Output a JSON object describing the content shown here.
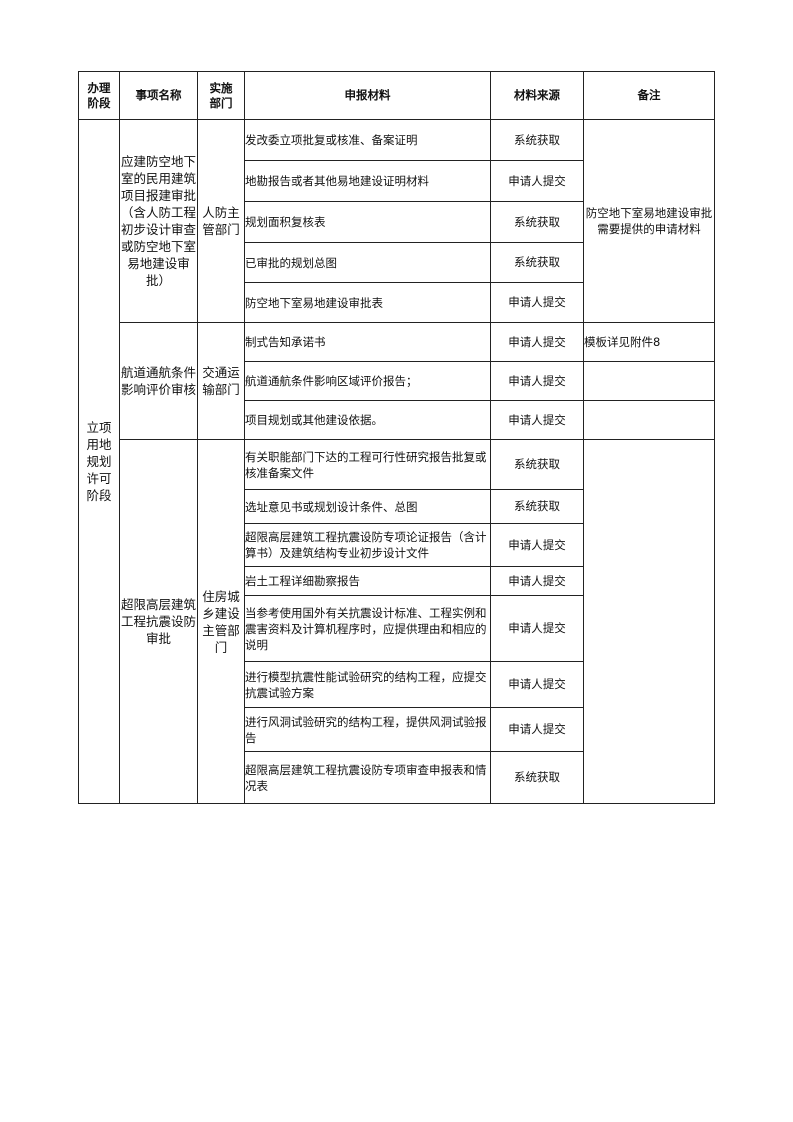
{
  "headers": {
    "stage": "办理\n阶段",
    "item": "事项名称",
    "dept": "实施\n部门",
    "materials": "申报材料",
    "source": "材料来源",
    "remark": "备注"
  },
  "stage": "立项\n用地\n规划\n许可\n阶段",
  "groups": [
    {
      "name": "应建防空地下室的民用建筑项目报建审批（含人防工程初步设计审查或防空地下室易地建设审批）",
      "dept": "人防主管部门",
      "rows": [
        {
          "material": "发改委立项批复或核准、备案证明",
          "source": "系统获取"
        },
        {
          "material": "地勘报告或者其他易地建设证明材料",
          "source": "申请人提交"
        },
        {
          "material": "规划面积复核表",
          "source": "系统获取"
        },
        {
          "material": "已审批的规划总图",
          "source": "系统获取"
        },
        {
          "material": "防空地下室易地建设审批表",
          "source": "申请人提交"
        }
      ],
      "remark": "防空地下室易地建设审批需要提供的申请材料"
    },
    {
      "name": "航道通航条件影响评价审核",
      "dept": "交通运输部门",
      "rows": [
        {
          "material": "制式告知承诺书",
          "source": "申请人提交",
          "remark": "模板详见附件8"
        },
        {
          "material": "航道通航条件影响区域评价报告；",
          "source": "申请人提交",
          "remark": ""
        },
        {
          "material": "项目规划或其他建设依据。",
          "source": "申请人提交",
          "remark": ""
        }
      ]
    },
    {
      "name": "超限高层建筑工程抗震设防审批",
      "dept": "住房城乡建设主管部门",
      "rows": [
        {
          "material": "有关职能部门下达的工程可行性研究报告批复或核准备案文件",
          "source": "系统获取"
        },
        {
          "material": "选址意见书或规划设计条件、总图",
          "source": "系统获取"
        },
        {
          "material": "超限高层建筑工程抗震设防专项论证报告（含计算书）及建筑结构专业初步设计文件",
          "source": "申请人提交"
        },
        {
          "material": "岩土工程详细勘察报告",
          "source": "申请人提交"
        },
        {
          "material": "当参考使用国外有关抗震设计标准、工程实例和震害资料及计算机程序时，应提供理由和相应的说明",
          "source": "申请人提交"
        },
        {
          "material": "进行模型抗震性能试验研究的结构工程，应提交抗震试验方案",
          "source": "申请人提交"
        },
        {
          "material": "进行风洞试验研究的结构工程，提供风洞试验报告",
          "source": "申请人提交"
        },
        {
          "material": "超限高层建筑工程抗震设防专项审查申报表和情况表",
          "source": "系统获取"
        }
      ],
      "remark": ""
    }
  ]
}
